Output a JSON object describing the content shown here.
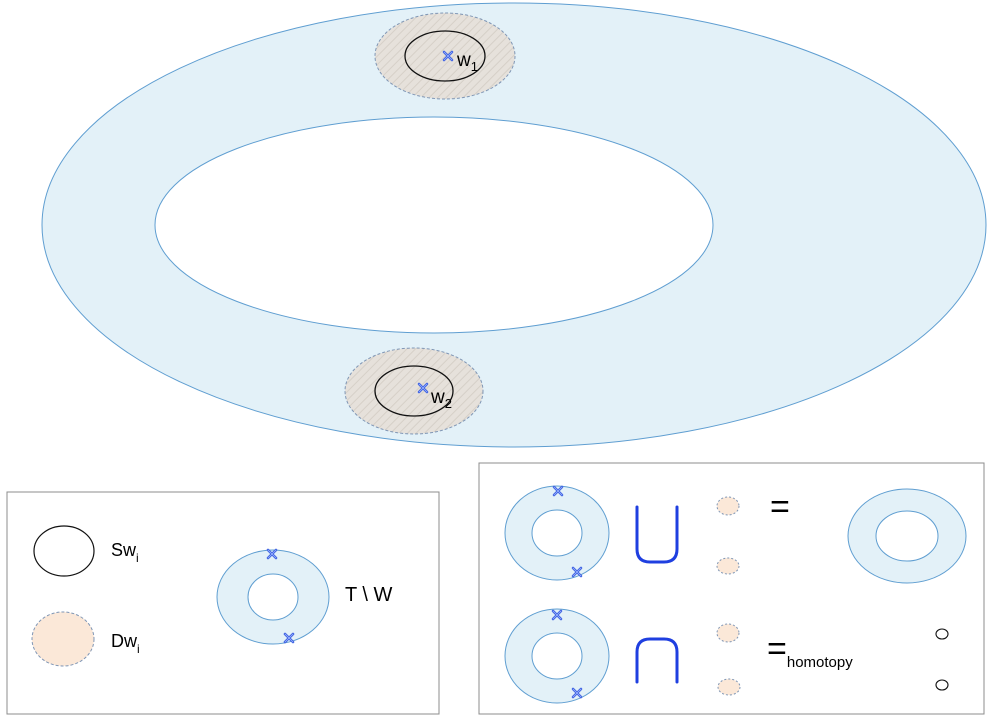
{
  "main": {
    "w1": {
      "base": "w",
      "sub": "1"
    },
    "w2": {
      "base": "w",
      "sub": "2"
    }
  },
  "legend": {
    "s_label": {
      "base": "Sw",
      "sub": "i"
    },
    "d_label": {
      "base": "Dw",
      "sub": "i"
    },
    "t_minus_w": "T \\ W"
  },
  "operations": {
    "union_symbol": "⋃",
    "intersection_symbol": "⋂",
    "equals": "=",
    "equals_homotopy": {
      "base": "=",
      "sub": "homotopy"
    }
  },
  "colors": {
    "torus_fill": "#e3f1f8",
    "torus_stroke": "#5f9ed1",
    "disk_fill": "#e6e1db",
    "disk_stroke": "#7f96b5",
    "small_disk_fill": "#fbe8d8",
    "marker": "#3a5ee0",
    "operator": "#1f3fe0",
    "box_stroke": "#8c8c8c"
  },
  "icons": [
    "x-marker-icon",
    "union-icon",
    "intersection-icon"
  ]
}
